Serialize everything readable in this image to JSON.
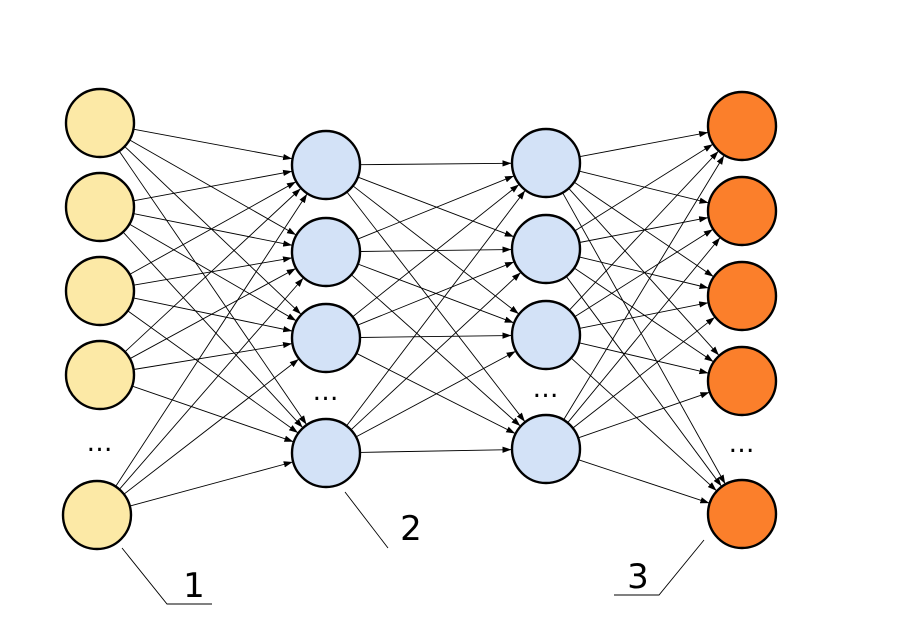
{
  "diagram": {
    "layers": [
      {
        "id": "input",
        "color": "#fce9a6",
        "visible_nodes": 5,
        "ellipsis": "…",
        "callout": "1"
      },
      {
        "id": "hidden1",
        "color": "#d3e2f7",
        "visible_nodes": 4,
        "ellipsis": "…",
        "callout": "2"
      },
      {
        "id": "hidden2",
        "color": "#d3e2f7",
        "visible_nodes": 4,
        "ellipsis": "…",
        "callout": ""
      },
      {
        "id": "output",
        "color": "#fb7f2b",
        "visible_nodes": 5,
        "ellipsis": "…",
        "callout": "3"
      }
    ],
    "connections": "fully-connected-feedforward",
    "edge_color": "#000000",
    "node_outline": "#000000"
  }
}
